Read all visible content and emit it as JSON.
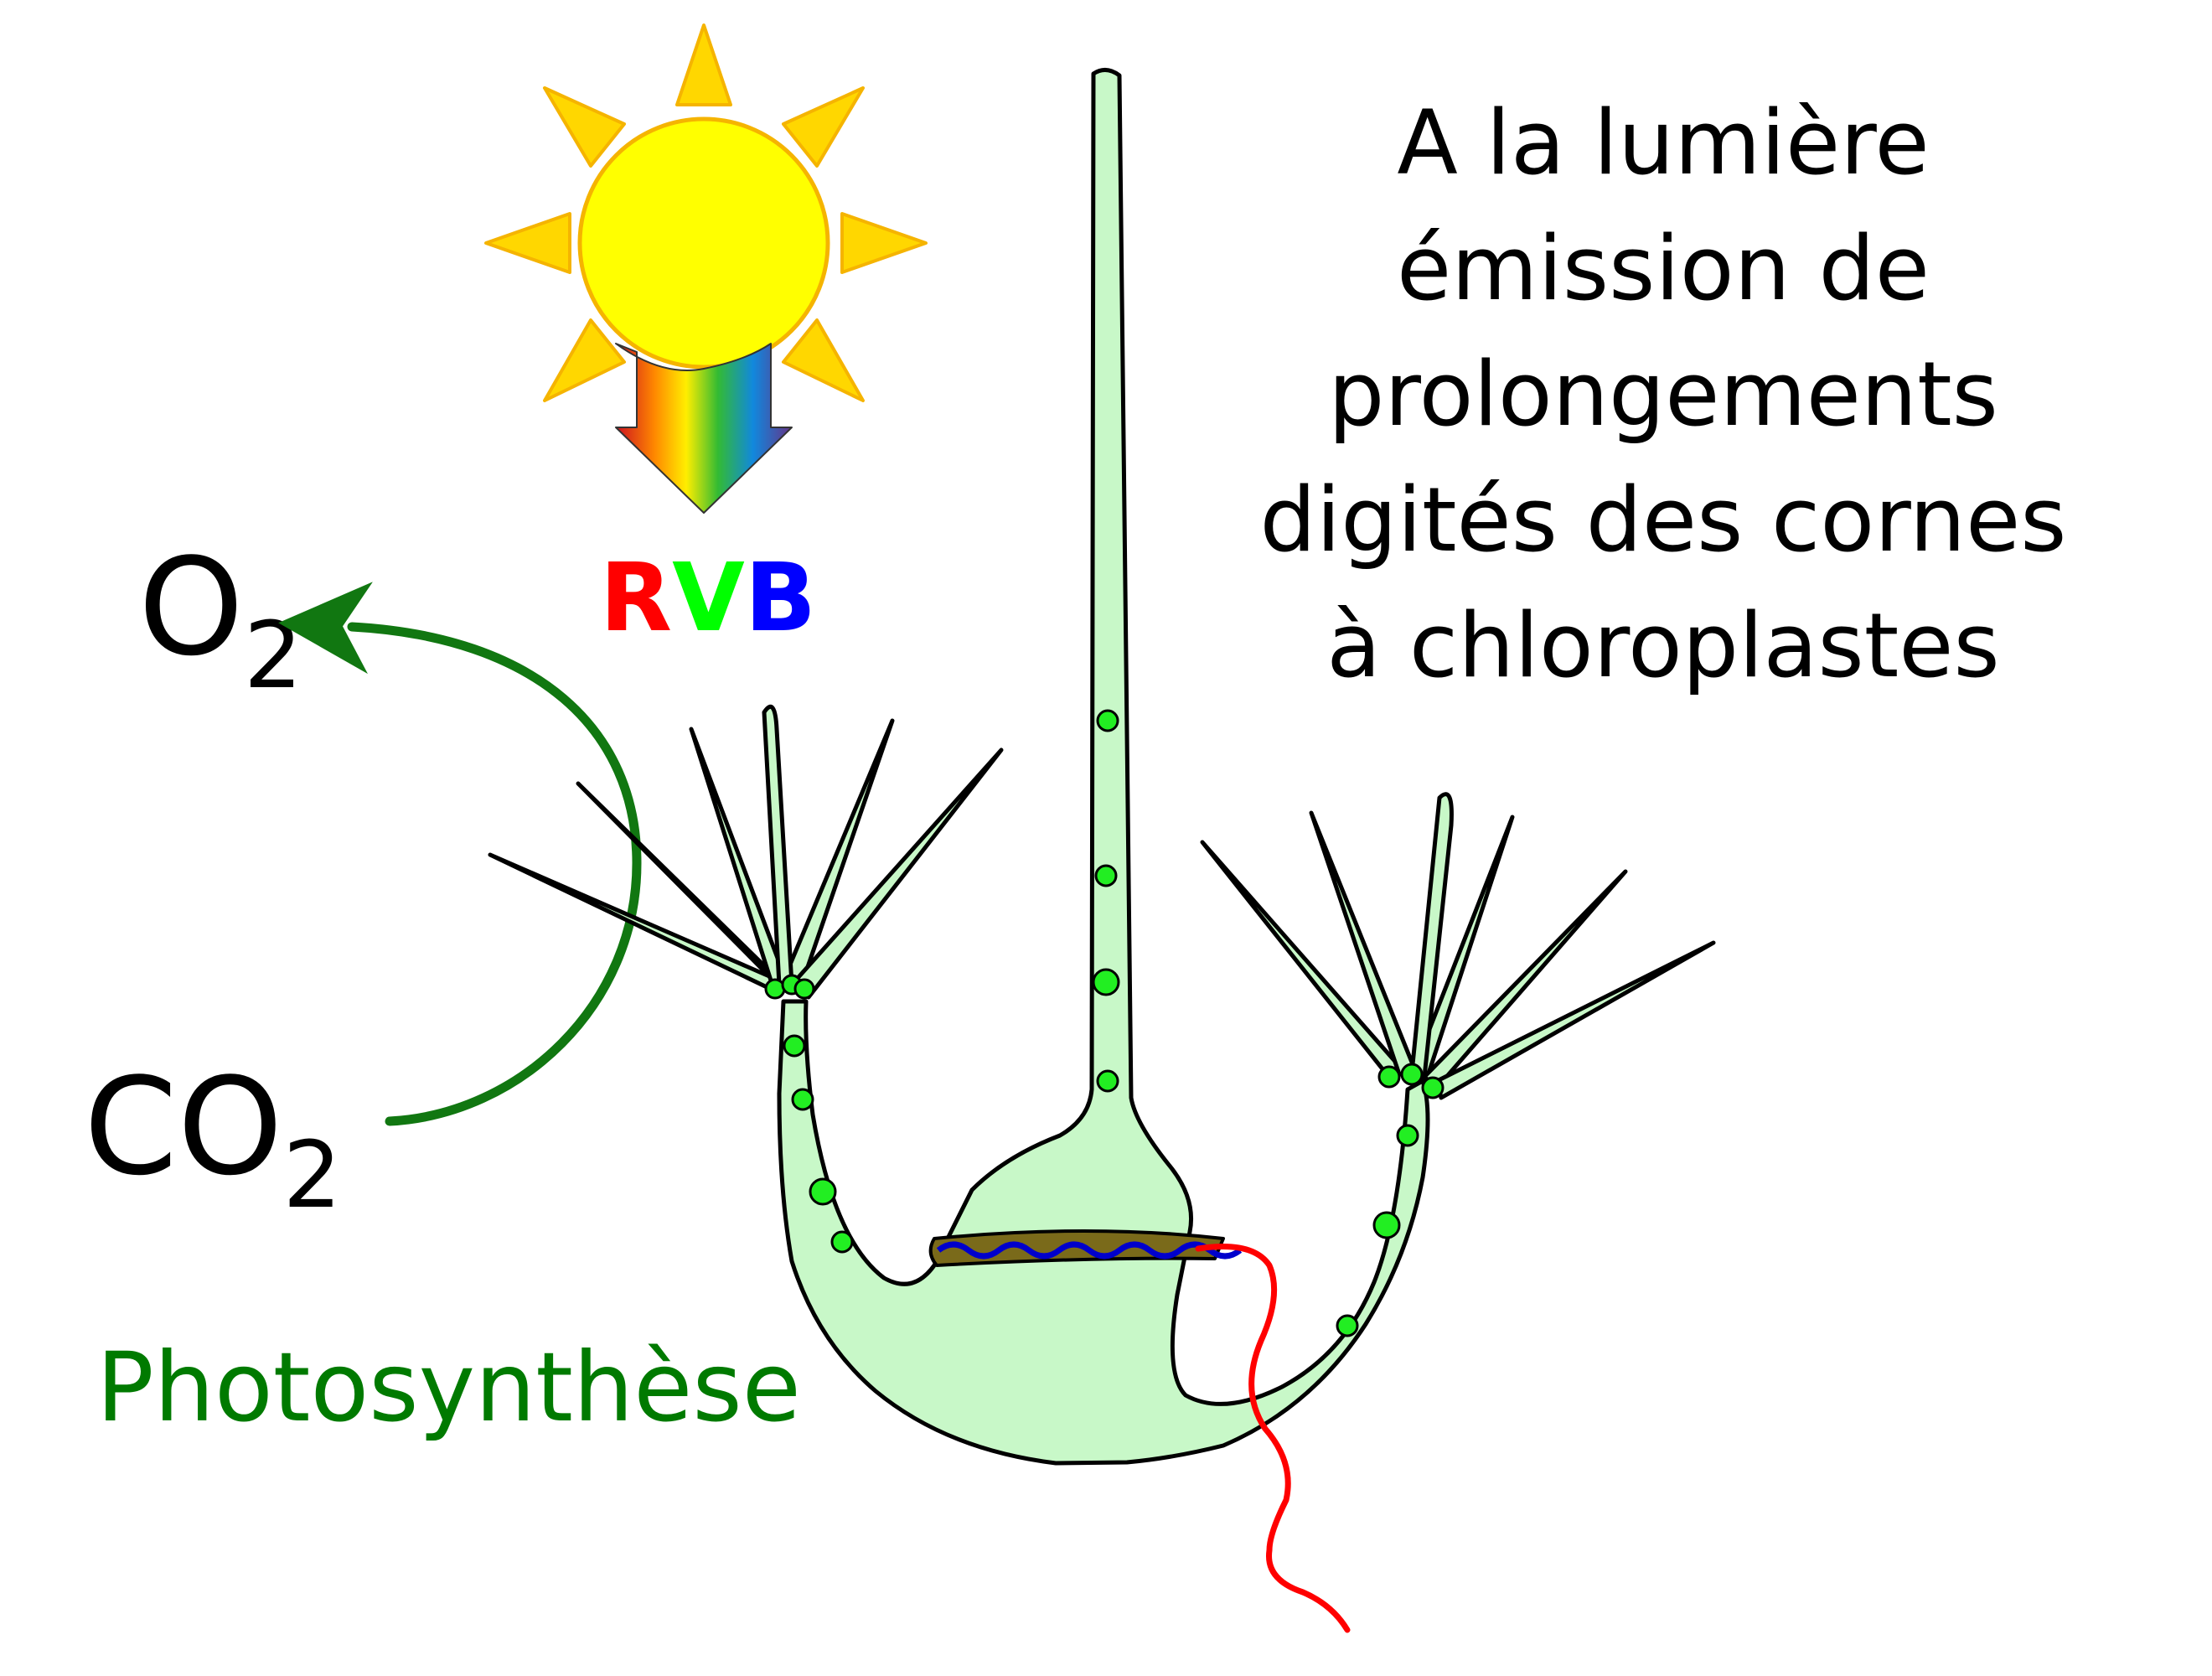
{
  "title": {
    "lines": [
      "A la lumière",
      "émission de",
      "prolongements",
      "digités des cornes",
      "à chloroplastes"
    ]
  },
  "rgb": {
    "r": "R",
    "v": "V",
    "b": "B",
    "colors": {
      "r": "#ff0000",
      "v": "#00ff00",
      "b": "#0000ff"
    }
  },
  "o2": {
    "main": "O",
    "sub": "2"
  },
  "co2": {
    "main": "CO",
    "sub": "2"
  },
  "process": {
    "label": "Photosynthèse",
    "color": "#007a00"
  },
  "colors": {
    "cell_fill": "#c8f8c8",
    "chloroplast": "#22ee22",
    "sun_fill": "#ffff00",
    "sun_ray": "#ffd700",
    "sun_outline": "#f5b400",
    "flagellum": "#ff0000",
    "transverse_flagellum": "#0000cc",
    "girdle": "#7a6a1a",
    "arrow": "#117711"
  }
}
